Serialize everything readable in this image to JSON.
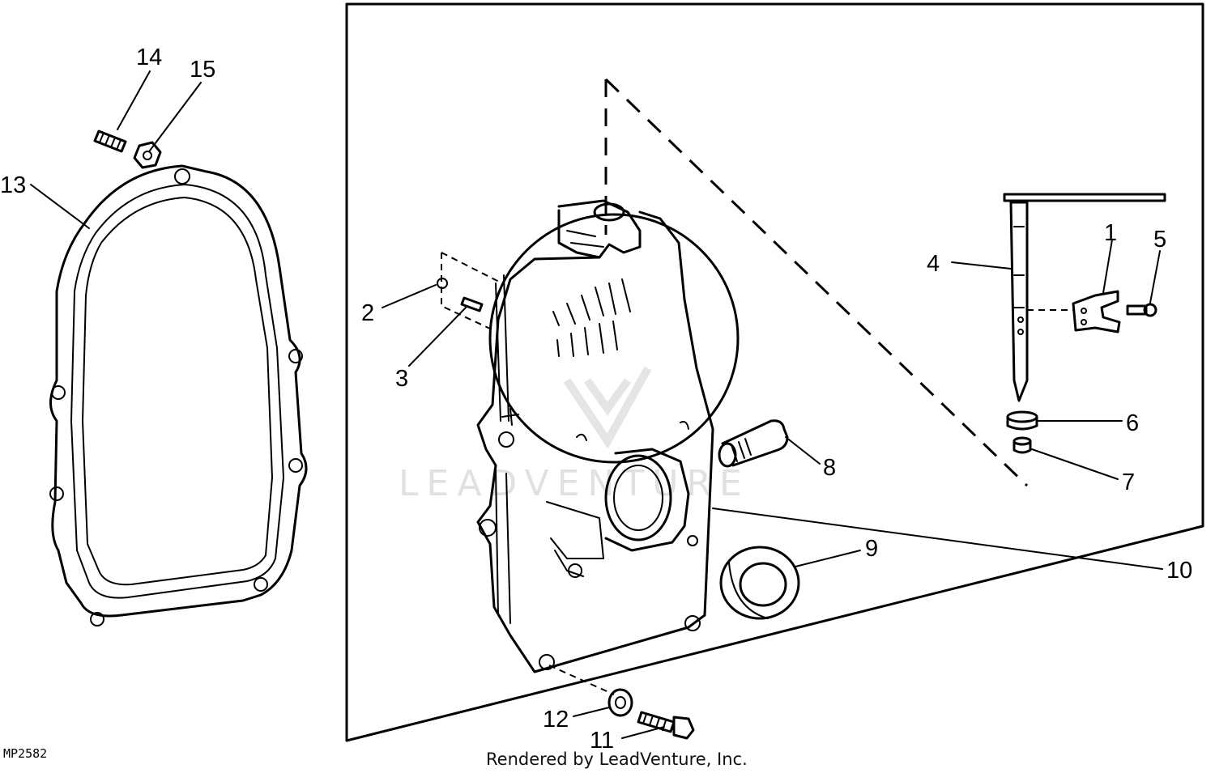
{
  "figure_id": "MP2582",
  "footer": "Rendered by LeadVenture, Inc.",
  "watermark": "LEADVENTURE",
  "callouts": [
    "1",
    "2",
    "3",
    "4",
    "5",
    "6",
    "7",
    "8",
    "9",
    "10",
    "11",
    "12",
    "13",
    "14",
    "15"
  ]
}
